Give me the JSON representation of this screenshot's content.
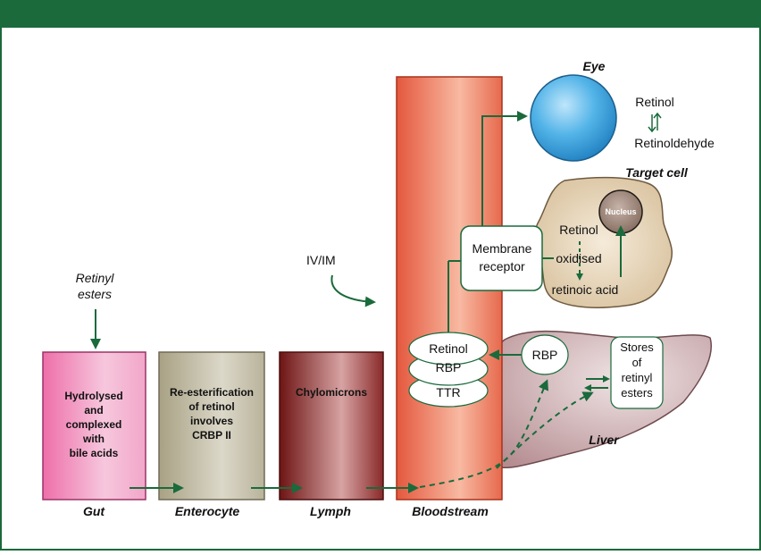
{
  "title_bar": "",
  "inputs": {
    "retinyl_line1": "Retinyl",
    "retinyl_line2": "esters",
    "ivim": "IV/IM"
  },
  "gut": {
    "lines": [
      "Hydrolysed",
      "and",
      "complexed",
      "with",
      "bile acids"
    ],
    "label": "Gut"
  },
  "enterocyte": {
    "lines": [
      "Re-esterification",
      "of retinol",
      "involves",
      "CRBP II"
    ],
    "label": "Enterocyte"
  },
  "lymph": {
    "lines": [
      "Chylomicrons"
    ],
    "label": "Lymph"
  },
  "bloodstream": {
    "label": "Bloodstream"
  },
  "complex": {
    "retinol": "Retinol",
    "rbp": "RBP",
    "ttr": "TTR"
  },
  "membrane_receptor": {
    "line1": "Membrane",
    "line2": "receptor"
  },
  "eye": {
    "label": "Eye",
    "retinol": "Retinol",
    "retinoldehyde": "Retinoldehyde"
  },
  "target_cell": {
    "label": "Target cell",
    "nucleus": "Nucleus",
    "retinol": "Retinol",
    "oxidised": "oxidised",
    "retinoic_acid": "retinoic acid"
  },
  "liver": {
    "label": "Liver",
    "rbp": "RBP",
    "stores": [
      "Stores",
      "of",
      "retinyl",
      "esters"
    ]
  },
  "colors": {
    "frame_green": "#1a6a3c",
    "arrow_green": "#1a6a3c",
    "gut_pink": "#ef82b8",
    "enterocyte_tan": "#b4ad94",
    "lymph_maroon": "#7a1e1e",
    "blood_red": "#e0644a",
    "eye_blue": "#2f9fdc",
    "cell_beige": "#e6d3b3",
    "liver_mauve": "#c8a2a6"
  }
}
